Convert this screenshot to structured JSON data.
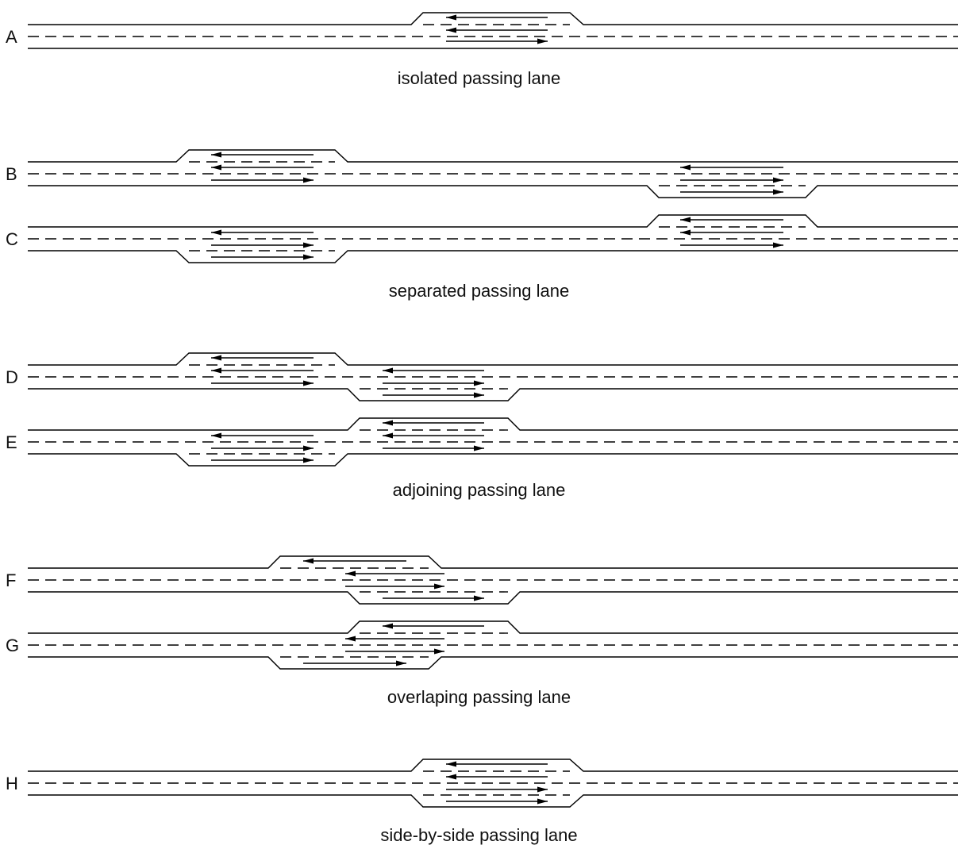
{
  "diagram": {
    "rows": [
      {
        "label": "A"
      },
      {
        "label": "B"
      },
      {
        "label": "C"
      },
      {
        "label": "D"
      },
      {
        "label": "E"
      },
      {
        "label": "F"
      },
      {
        "label": "G"
      },
      {
        "label": "H"
      }
    ],
    "captions": [
      "isolated passing lane",
      "separated passing lane",
      "adjoining passing lane",
      "overlaping passing lane",
      "side-by-side passing lane"
    ]
  }
}
